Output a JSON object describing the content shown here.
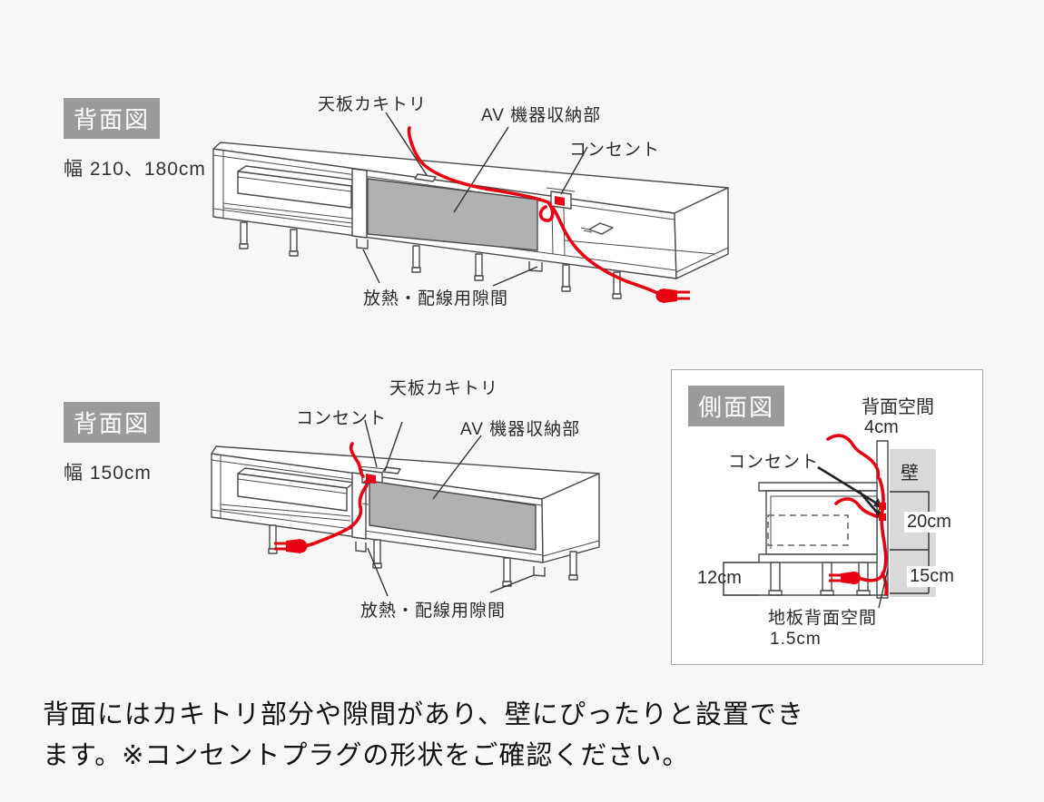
{
  "colors": {
    "background": "#f7f7f7",
    "accent_red": "#e60012",
    "label_box_bg": "#9b9b9b",
    "label_box_text": "#ffffff",
    "wall_gray": "#d9d9d9",
    "av_panel_gray": "#b1b1b1",
    "line_art": "#4a4a4a",
    "body_text": "#111111"
  },
  "rear_view_large": {
    "title": "背面図",
    "width_label": "幅 210、180cm",
    "annotations": {
      "top_cutout": "天板カキトリ",
      "av_storage": "AV 機器収納部",
      "outlet": "コンセント",
      "vent_gap": "放熱・配線用隙間"
    }
  },
  "rear_view_small": {
    "title": "背面図",
    "width_label": "幅 150cm",
    "annotations": {
      "top_cutout": "天板カキトリ",
      "av_storage": "AV 機器収納部",
      "outlet": "コンセント",
      "vent_gap": "放熱・配線用隙間"
    }
  },
  "side_view": {
    "title": "側面図",
    "labels": {
      "back_space": "背面空間",
      "back_space_value": "4cm",
      "outlet": "コンセント",
      "wall": "壁",
      "upper_dim": "20cm",
      "lower_dim": "15cm",
      "leg_height": "12cm",
      "floor_back_space": "地板背面空間",
      "floor_back_space_value": "1.5cm"
    }
  },
  "footer": {
    "line1": "背面にはカキトリ部分や隙間があり、壁にぴったりと設置でき",
    "line2": "ます。※コンセントプラグの形状をご確認ください。"
  }
}
